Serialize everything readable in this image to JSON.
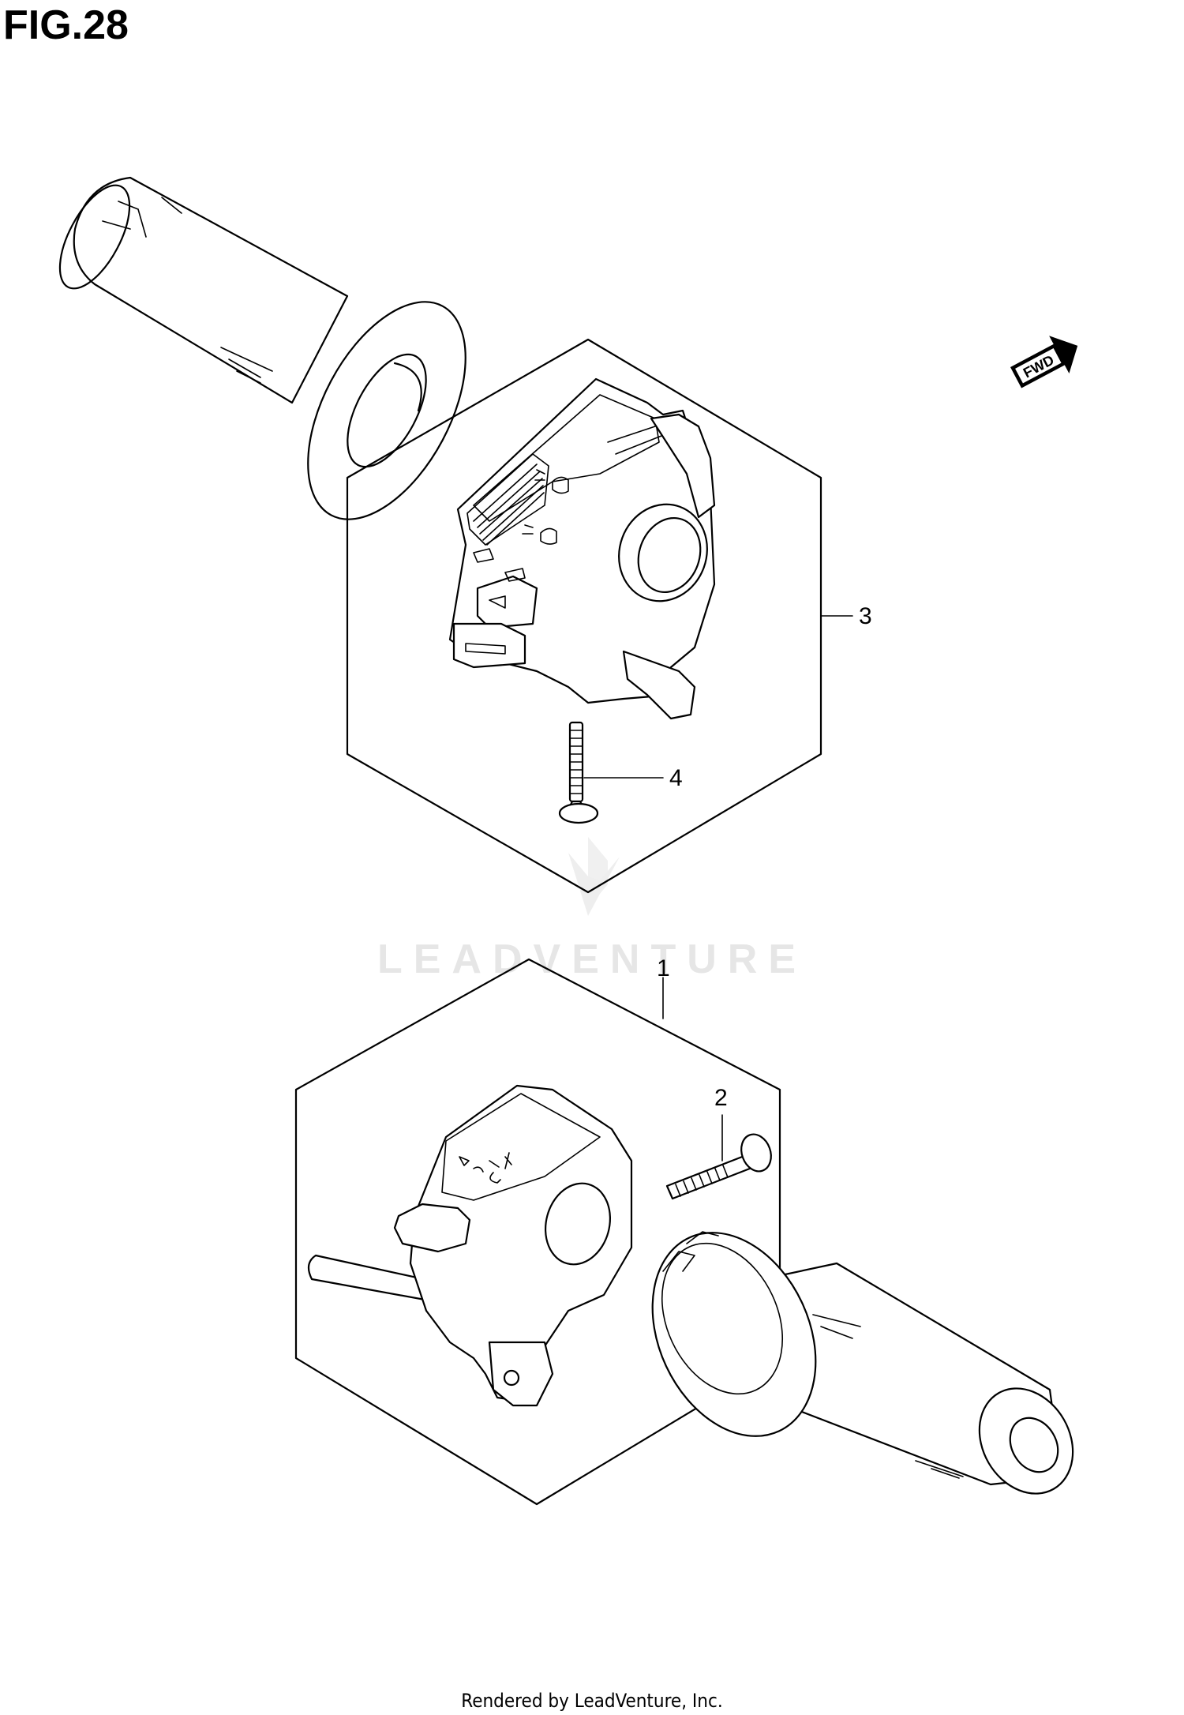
{
  "figure": {
    "title": "FIG.28"
  },
  "fwd_badge": {
    "label": "FWD"
  },
  "callouts": [
    {
      "id": "callout-1",
      "label": "1"
    },
    {
      "id": "callout-2",
      "label": "2"
    },
    {
      "id": "callout-3",
      "label": "3"
    },
    {
      "id": "callout-4",
      "label": "4"
    }
  ],
  "watermark": {
    "text": "LEADVENTURE"
  },
  "footer": {
    "text": "Rendered by LeadVenture, Inc."
  }
}
